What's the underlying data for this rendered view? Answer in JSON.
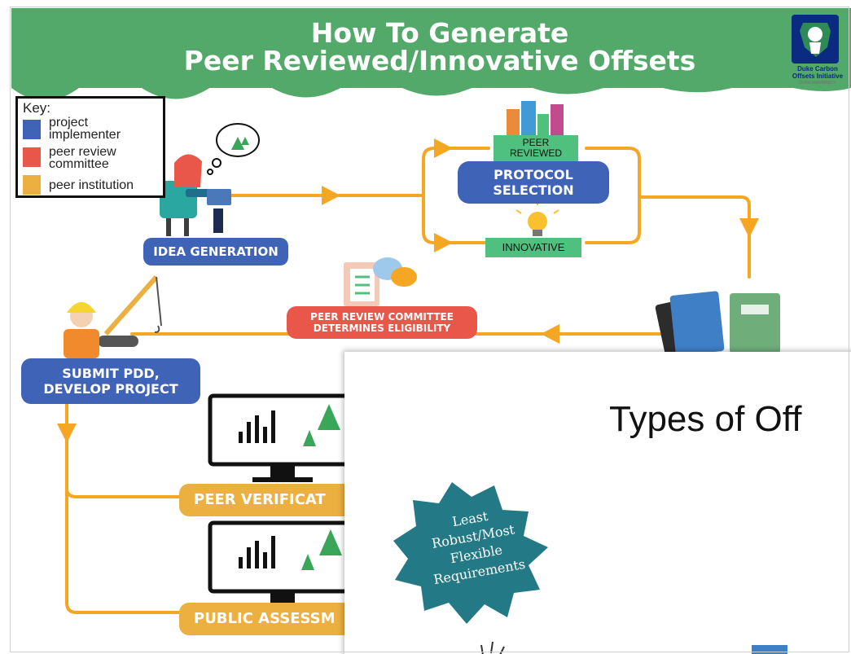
{
  "header": {
    "title_line1": "How To Generate",
    "title_line2": "Peer Reviewed/Innovative Offsets",
    "logo_line1": "Duke Carbon",
    "logo_line2": "Offsets Initiative",
    "logo_line3": "DUKE UNIVERSITY"
  },
  "key": {
    "title": "Key:",
    "items": [
      {
        "label_line1": "project",
        "label_line2": "implementer",
        "color": "#3f63b7"
      },
      {
        "label_line1": "peer review",
        "label_line2": "committee",
        "color": "#e9564a"
      },
      {
        "label_line1": "peer institution",
        "label_line2": "",
        "color": "#ecb041"
      }
    ]
  },
  "steps": {
    "idea_generation": "IDEA GENERATION",
    "protocol_line1": "PROTOCOL",
    "protocol_line2": "SELECTION",
    "peer_reviewed_line1": "PEER",
    "peer_reviewed_line2": "REVIEWED",
    "innovative": "INNOVATIVE",
    "eligibility_line1": "PEER REVIEW COMMITTEE",
    "eligibility_line2": "DETERMINES ELIGIBILITY",
    "submit_line1": "SUBMIT PDD,",
    "submit_line2": "DEVELOP PROJECT",
    "peer_verification": "PEER VERIFICAT",
    "public_assessment": "PUBLIC ASSESSM"
  },
  "overlay": {
    "title": "Types of Off",
    "starburst_line1": "Least",
    "starburst_line2": "Robust/Most",
    "starburst_line3": "Flexible",
    "starburst_line4": "Requirements"
  },
  "colors": {
    "header_green": "#52a96a",
    "arrow_orange": "#f5a623",
    "blue": "#3f63b7",
    "red": "#e9564a",
    "gold": "#ecb041",
    "teal": "#237a86"
  }
}
